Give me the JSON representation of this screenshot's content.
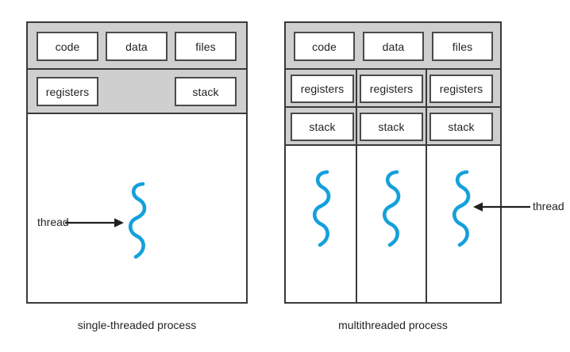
{
  "figure": {
    "background_color": "#ffffff",
    "band_color": "#cfcfcf",
    "box_border_color": "#4a4a4a",
    "panel_border_color": "#3a3a3a",
    "thread_color": "#14a0dc",
    "text_color": "#231f20"
  },
  "single_threaded": {
    "caption": "single-threaded process",
    "shared_row": [
      {
        "label": "code"
      },
      {
        "label": "data"
      },
      {
        "label": "files"
      }
    ],
    "per_thread_row": [
      {
        "label": "registers"
      },
      {
        "label": "stack"
      }
    ],
    "thread_annotation": {
      "label": "thread",
      "arrow_direction": "right"
    },
    "thread_count": 1
  },
  "multithreaded": {
    "caption": "multithreaded process",
    "shared_row": [
      {
        "label": "code"
      },
      {
        "label": "data"
      },
      {
        "label": "files"
      }
    ],
    "registers_row": [
      {
        "label": "registers"
      },
      {
        "label": "registers"
      },
      {
        "label": "registers"
      }
    ],
    "stack_row": [
      {
        "label": "stack"
      },
      {
        "label": "stack"
      },
      {
        "label": "stack"
      }
    ],
    "thread_annotation": {
      "label": "thread",
      "arrow_direction": "left"
    },
    "thread_count": 3
  }
}
